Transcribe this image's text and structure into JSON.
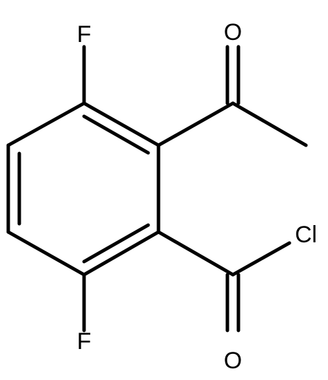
{
  "molecule": {
    "atoms": {
      "fluorine_top": "F",
      "fluorine_bottom": "F",
      "ketone_oxygen": "O",
      "acid_chloride_oxygen": "O",
      "chlorine": "Cl"
    }
  },
  "colors": {
    "bond": "#000000",
    "label": "#000000",
    "background": "#ffffff"
  }
}
